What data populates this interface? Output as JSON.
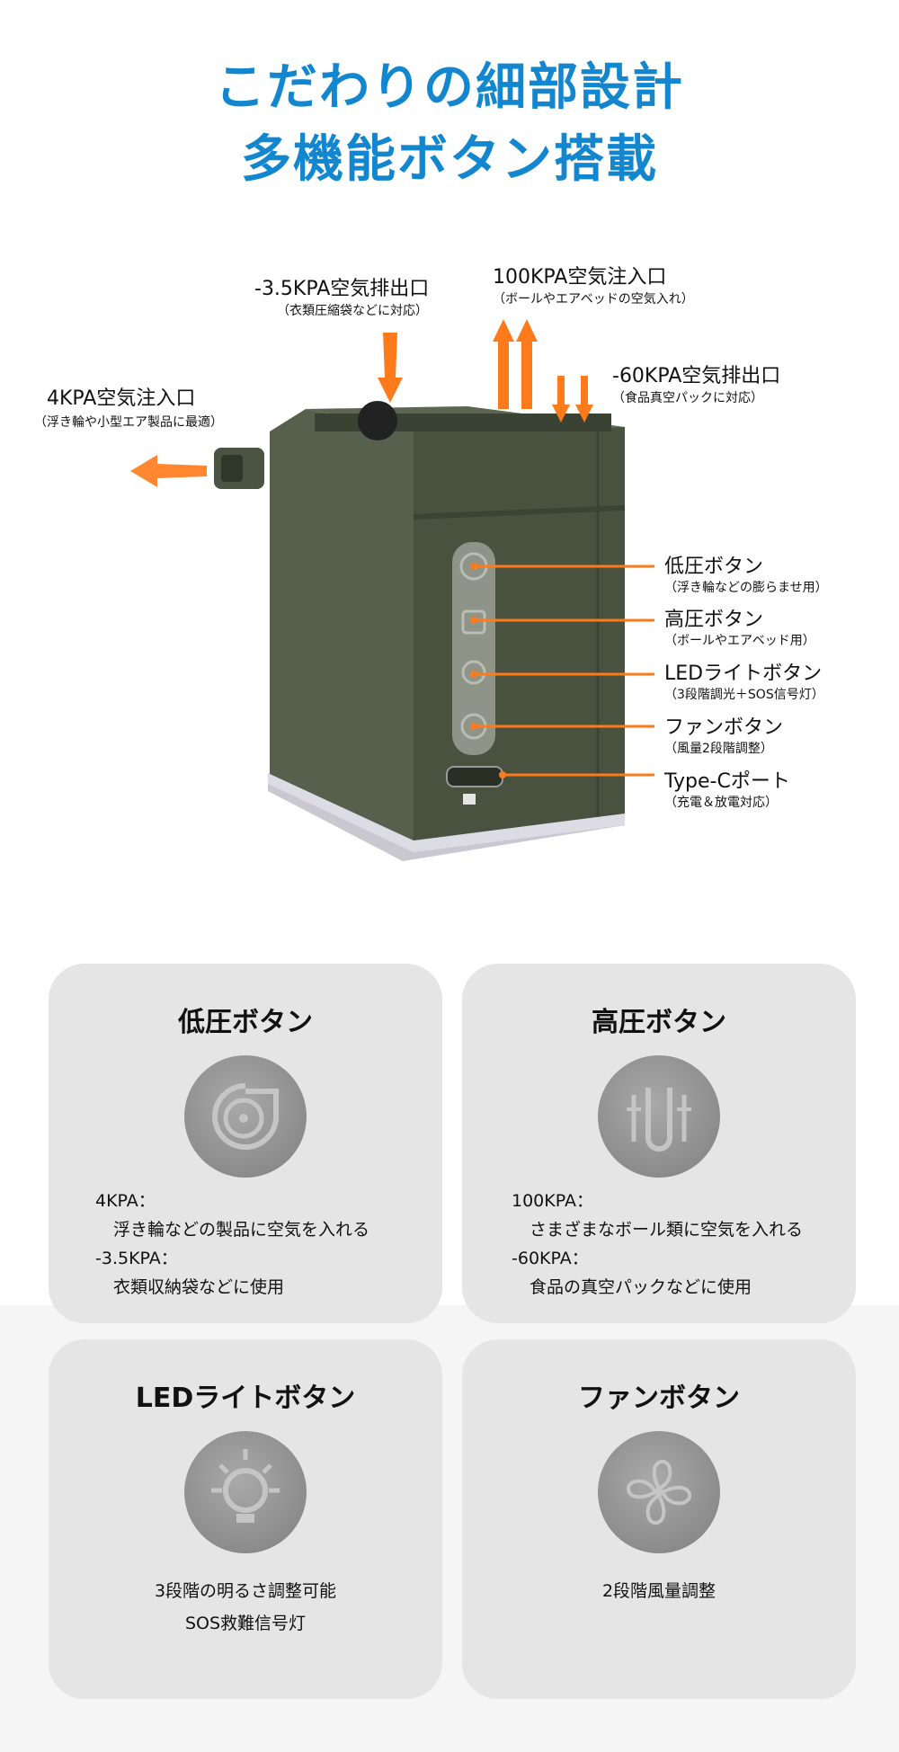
{
  "title": {
    "line1": "こだわりの細部設計",
    "line2": "多機能ボタン搭載"
  },
  "diagram": {
    "inlet_4kpa": {
      "label": "4KPA空気注入口",
      "note": "（浮き輪や小型エア製品に最適）"
    },
    "outlet_35kpa": {
      "label": "-3.5KPA空気排出口",
      "note": "（衣類圧縮袋などに対応）"
    },
    "inlet_100kpa": {
      "label": "100KPA空気注入口",
      "note": "（ボールやエアベッドの空気入れ）"
    },
    "outlet_60kpa": {
      "label": "-60KPA空気排出口",
      "note": "（食品真空パックに対応）"
    },
    "buttons": [
      {
        "label": "低圧ボタン",
        "note": "（浮き輪などの膨らませ用）"
      },
      {
        "label": "高圧ボタン",
        "note": "（ボールやエアベッド用）"
      },
      {
        "label": "LEDライトボタン",
        "note": "（3段階調光＋SOS信号灯）"
      },
      {
        "label": "ファンボタン",
        "note": "（風量2段階調整）"
      },
      {
        "label": "Type-Cポート",
        "note": "（充電＆放電対応）"
      }
    ],
    "colors": {
      "accent": "#ff7a1a",
      "body": "#4a5442",
      "title": "#1287d0"
    }
  },
  "cards": {
    "low": {
      "title": "低圧ボタン",
      "icon": "turbine-icon",
      "lines": [
        "4KPA：",
        "浮き輪などの製品に空気を入れる",
        "-3.5KPA：",
        "衣類収納袋などに使用"
      ]
    },
    "high": {
      "title": "高圧ボタン",
      "icon": "pressure-icon",
      "lines": [
        "100KPA：",
        "さまざまなボール類に空気を入れる",
        "-60KPA：",
        "食品の真空パックなどに使用"
      ]
    },
    "led": {
      "title": "LEDライトボタン",
      "icon": "bulb-icon",
      "lines": [
        "3段階の明るさ調整可能",
        "SOS救難信号灯"
      ]
    },
    "fan": {
      "title": "ファンボタン",
      "icon": "fan-icon",
      "lines": [
        "2段階風量調整"
      ]
    }
  }
}
